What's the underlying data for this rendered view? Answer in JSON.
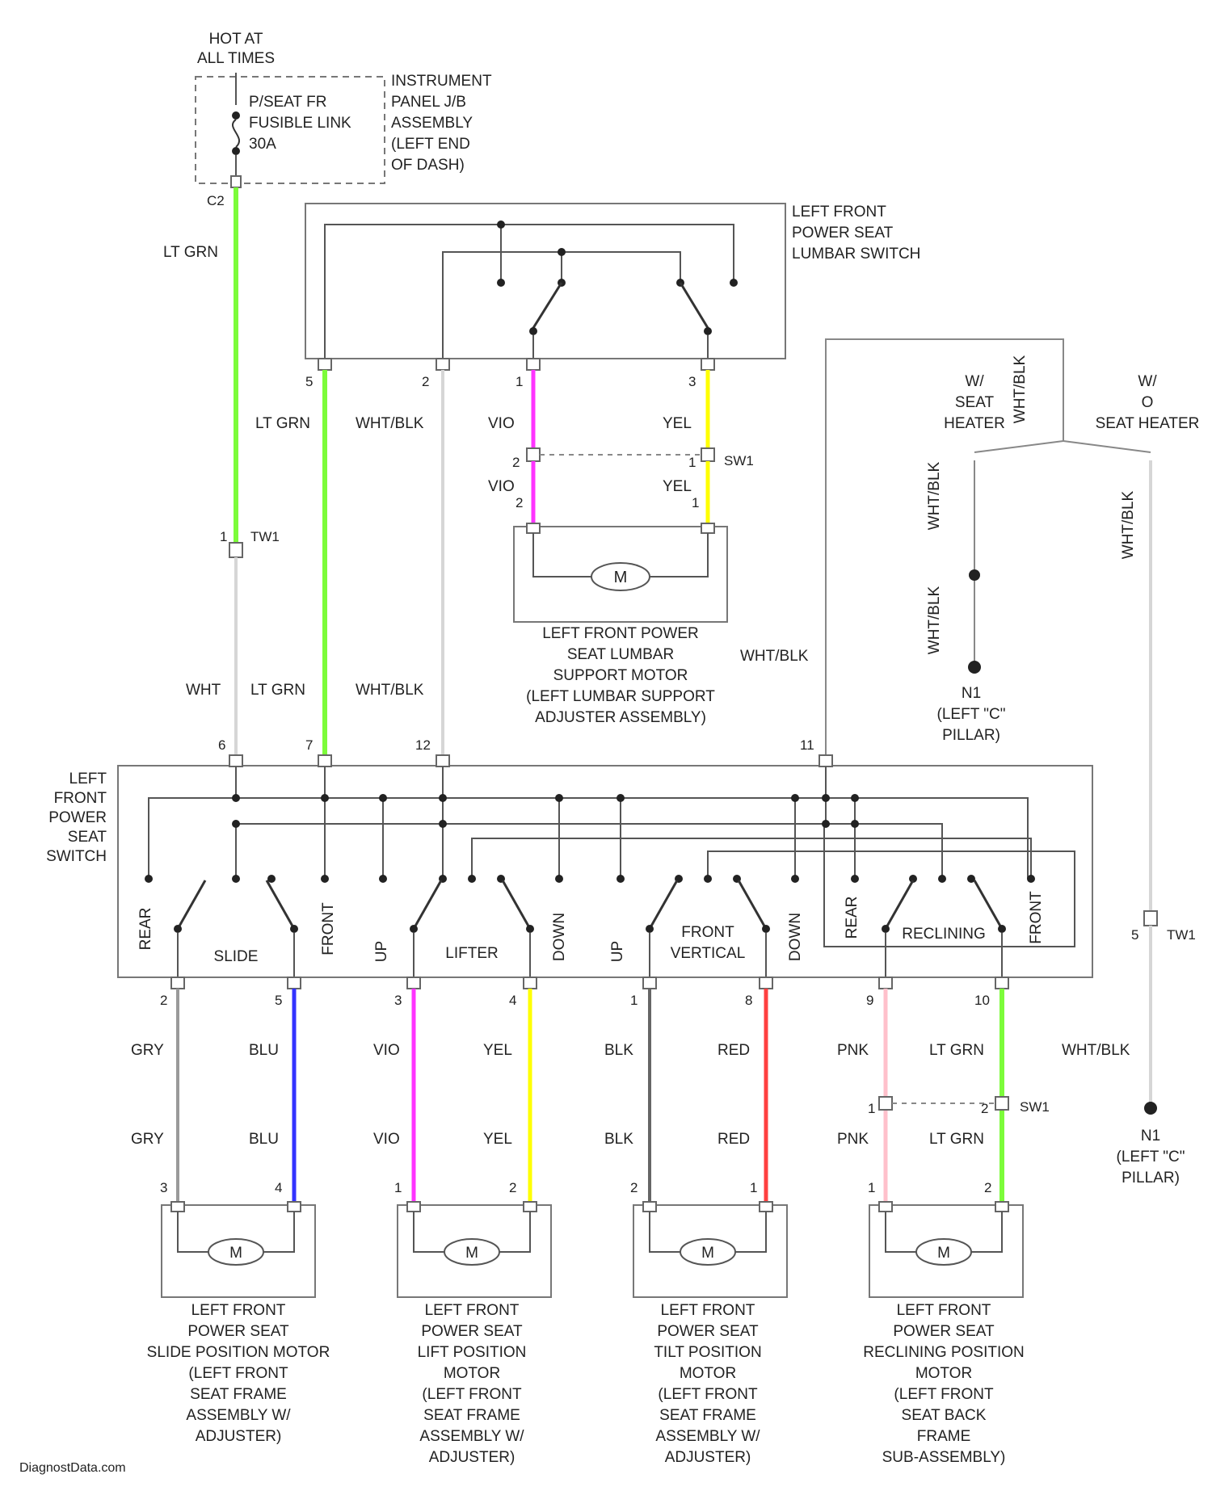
{
  "source": {
    "hot": [
      "HOT AT",
      "ALL TIMES"
    ],
    "fuse": [
      "P/SEAT FR",
      "FUSIBLE LINK",
      "30A"
    ],
    "panel": [
      "INSTRUMENT",
      "PANEL J/B",
      "ASSEMBLY",
      "(LEFT END",
      "OF DASH)"
    ],
    "connector": "C2"
  },
  "lumbar_switch": {
    "title": [
      "LEFT FRONT",
      "POWER SEAT",
      "LUMBAR SWITCH"
    ],
    "pins": [
      "5",
      "2",
      "1",
      "3"
    ]
  },
  "lumbar_motor": {
    "title": [
      "LEFT FRONT POWER",
      "SEAT LUMBAR",
      "SUPPORT MOTOR",
      "(LEFT LUMBAR SUPPORT",
      "ADJUSTER ASSEMBLY)"
    ],
    "pins": [
      "2",
      "1"
    ]
  },
  "heaters": {
    "left": [
      "W/",
      "SEAT",
      "HEATER"
    ],
    "right": [
      "W/",
      "O",
      "SEAT HEATER"
    ]
  },
  "ground": {
    "id": "N1",
    "label": [
      "(LEFT \"C\"",
      "PILLAR)"
    ]
  },
  "main_switch": {
    "title": [
      "LEFT",
      "FRONT",
      "POWER",
      "SEAT",
      "SWITCH"
    ],
    "top_pins": [
      "6",
      "7",
      "12",
      "11"
    ],
    "sections": {
      "slide": "SLIDE",
      "lifter": "LIFTER",
      "front_vertical": [
        "FRONT",
        "VERTICAL"
      ],
      "reclining": "RECLINING"
    },
    "contacts": {
      "rear": "REAR",
      "front": "FRONT",
      "up": "UP",
      "down": "DOWN"
    },
    "bottom_pins": [
      "2",
      "5",
      "3",
      "4",
      "1",
      "8",
      "9",
      "10"
    ]
  },
  "connectors": {
    "tw1": "TW1",
    "sw1": "SW1",
    "sw1_pins": [
      "2",
      "1"
    ],
    "recline_pins": [
      "1",
      "2"
    ],
    "heater_pin": "5"
  },
  "wires": {
    "lt_grn": "LT GRN",
    "wht": "WHT",
    "wht_blk": "WHT/BLK",
    "vio": "VIO",
    "yel": "YEL",
    "gry": "GRY",
    "blu": "BLU",
    "blk": "BLK",
    "red": "RED",
    "pnk": "PNK"
  },
  "motor_symbol": "M",
  "motors": [
    {
      "title": [
        "LEFT FRONT",
        "POWER SEAT",
        "SLIDE POSITION MOTOR",
        "(LEFT FRONT",
        "SEAT FRAME",
        "ASSEMBLY W/",
        "ADJUSTER)"
      ],
      "pins": [
        "3",
        "4"
      ]
    },
    {
      "title": [
        "LEFT FRONT",
        "POWER SEAT",
        "LIFT POSITION",
        "MOTOR",
        "(LEFT FRONT",
        "SEAT FRAME",
        "ASSEMBLY W/",
        "ADJUSTER)"
      ],
      "pins": [
        "1",
        "2"
      ]
    },
    {
      "title": [
        "LEFT FRONT",
        "POWER SEAT",
        "TILT POSITION",
        "MOTOR",
        "(LEFT FRONT",
        "SEAT FRAME",
        "ASSEMBLY W/",
        "ADJUSTER)"
      ],
      "pins": [
        "2",
        "1"
      ]
    },
    {
      "title": [
        "LEFT FRONT",
        "POWER SEAT",
        "RECLINING POSITION",
        "MOTOR",
        "(LEFT FRONT",
        "SEAT BACK",
        "FRAME",
        "SUB-ASSEMBLY)"
      ],
      "pins": [
        "1",
        "2"
      ]
    }
  ],
  "footer": "DiagnostData.com",
  "colors": {
    "lt_grn": "#7CFC3A",
    "vio": "#FF33FF",
    "yel": "#FFFF00",
    "blu": "#3333FF",
    "red": "#FF4040",
    "pnk": "#FFC0CB",
    "gry": "#9A9A9A",
    "blk": "#444444",
    "wht": "#D6D6D6",
    "line": "#555555"
  }
}
